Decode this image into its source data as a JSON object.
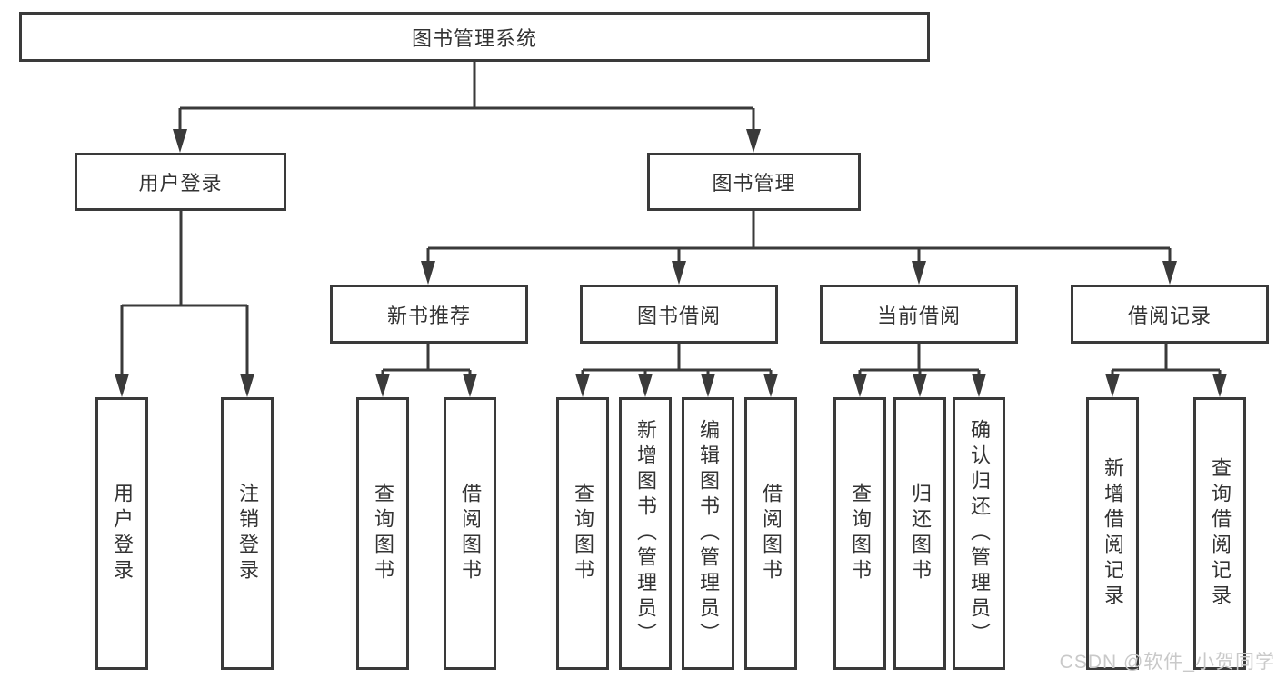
{
  "diagram": {
    "root": {
      "label": "图书管理系统"
    },
    "level2": [
      {
        "label": "用户登录"
      },
      {
        "label": "图书管理"
      }
    ],
    "level3": [
      {
        "label": "新书推荐"
      },
      {
        "label": "图书借阅"
      },
      {
        "label": "当前借阅"
      },
      {
        "label": "借阅记录"
      }
    ],
    "leaves": [
      {
        "label": "用户登录",
        "parent": "用户登录"
      },
      {
        "label": "注销登录",
        "parent": "用户登录"
      },
      {
        "label": "查询图书",
        "parent": "新书推荐"
      },
      {
        "label": "借阅图书",
        "parent": "新书推荐"
      },
      {
        "label": "查询图书",
        "parent": "图书借阅"
      },
      {
        "label": "新增图书（管理员）",
        "parent": "图书借阅"
      },
      {
        "label": "编辑图书（管理员）",
        "parent": "图书借阅"
      },
      {
        "label": "借阅图书",
        "parent": "图书借阅"
      },
      {
        "label": "查询图书",
        "parent": "当前借阅"
      },
      {
        "label": "归还图书",
        "parent": "当前借阅"
      },
      {
        "label": "确认归还（管理员）",
        "parent": "当前借阅"
      },
      {
        "label": "新增借阅记录",
        "parent": "借阅记录"
      },
      {
        "label": "查询借阅记录",
        "parent": "借阅记录"
      }
    ],
    "watermark": "CSDN @软件_小贺同学",
    "colors": {
      "line": "#3a3a3a",
      "box_fill": "#ffffff",
      "text": "#333333",
      "watermark": "#c9c9c9"
    }
  }
}
